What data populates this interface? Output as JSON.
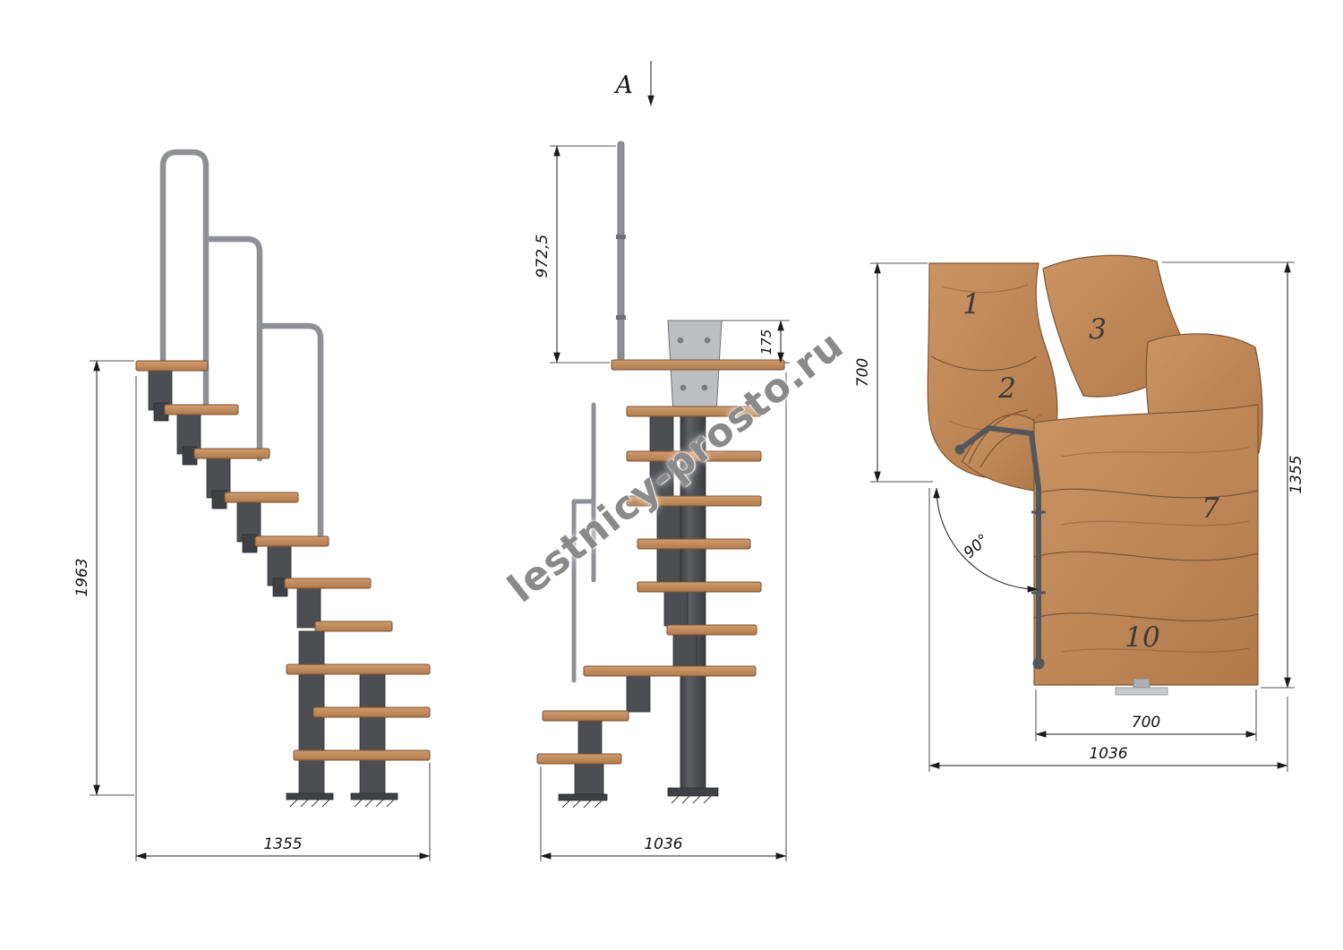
{
  "watermark": "lestnicy-prosto.ru",
  "section_arrow": {
    "label": "A"
  },
  "side_view": {
    "height": "1963",
    "width": "1355"
  },
  "front_view": {
    "rail_height": "972,5",
    "plate_height": "175",
    "width": "1036"
  },
  "plan_view": {
    "left_depth": "700",
    "right_length": "1355",
    "flight_width": "700",
    "total_width": "1036",
    "angle": "90°",
    "treads": [
      "1",
      "2",
      "3",
      "7",
      "10"
    ]
  }
}
